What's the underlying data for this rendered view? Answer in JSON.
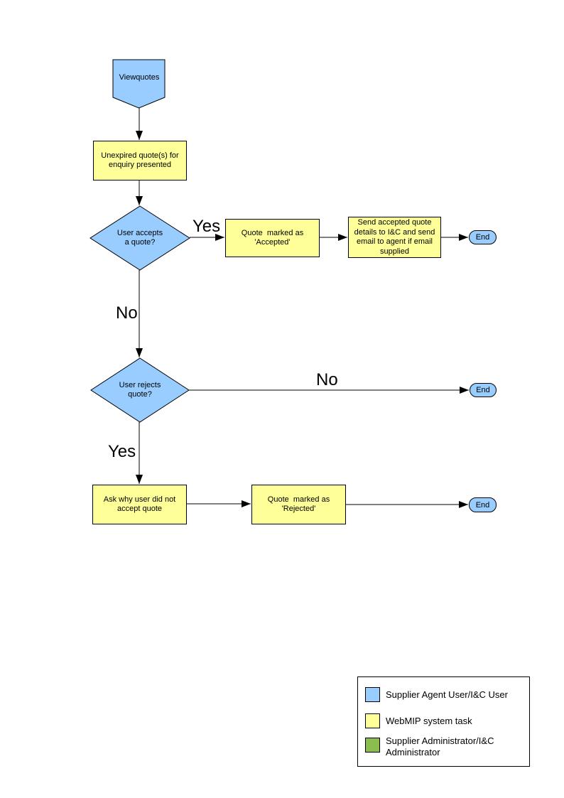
{
  "colors": {
    "user_fill": "#99CCFF",
    "system_fill": "#FFFF99",
    "admin_fill": "#8CBD4F",
    "line": "#000000",
    "background": "#FFFFFF"
  },
  "nodes": {
    "start": {
      "label": "Viewquotes"
    },
    "present": {
      "label": "Unexpired quote(s) for\nenquiry presented"
    },
    "accepts": {
      "label": "User accepts\na quote?"
    },
    "accepted": {
      "label": "Quote  marked as\n'Accepted'"
    },
    "send_details": {
      "label": "Send accepted quote\ndetails to I&C and send\nemail to agent if email\nsupplied"
    },
    "end1": {
      "label": "End"
    },
    "rejects": {
      "label": "User rejects\nquote?"
    },
    "ask_why": {
      "label": "Ask why user did not\naccept quote"
    },
    "rejected": {
      "label": "Quote  marked as\n'Rejected'"
    },
    "end2": {
      "label": "End"
    },
    "end3": {
      "label": "End"
    }
  },
  "edge_labels": {
    "accepts_yes": "Yes",
    "accepts_no": "No",
    "rejects_no": "No",
    "rejects_yes": "Yes"
  },
  "legend": {
    "items": [
      {
        "label": "Supplier Agent User/I&C User",
        "color": "#99CCFF"
      },
      {
        "label": "WebMIP system task",
        "color": "#FFFF99"
      },
      {
        "label": "Supplier Administrator/I&C\nAdministrator",
        "color": "#8CBD4F"
      }
    ]
  }
}
